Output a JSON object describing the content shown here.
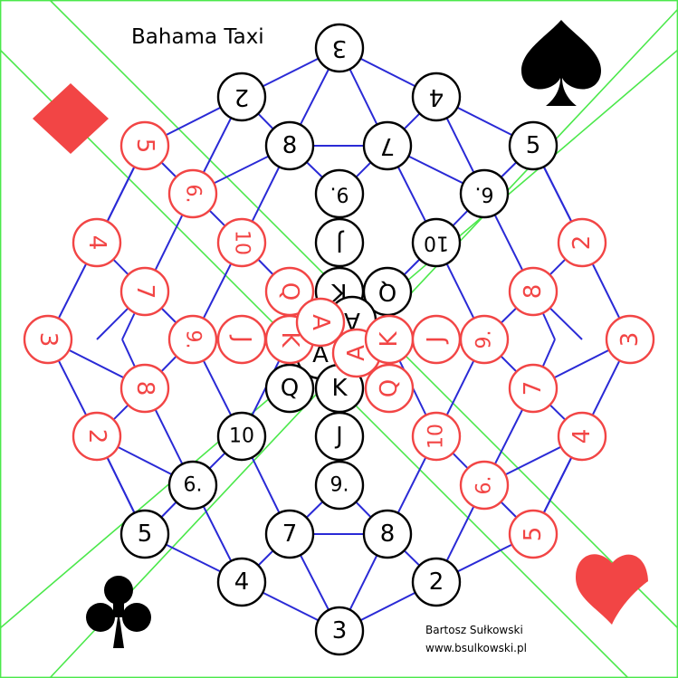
{
  "title": "Bahama Taxi",
  "author": "Bartosz Sułkowski",
  "website": "www.bsulkowski.pl",
  "colors": {
    "black": "#000000",
    "red": "#f24545",
    "edge": "#2a2ad6",
    "diagonal": "#4be84b",
    "background": "#ffffff"
  },
  "suits": [
    {
      "name": "diamond-icon",
      "glyph": "♦",
      "color": "#f24545"
    },
    {
      "name": "spade-icon",
      "glyph": "♠",
      "color": "#000000"
    },
    {
      "name": "club-icon",
      "glyph": "♣",
      "color": "#000000"
    },
    {
      "name": "heart-icon",
      "glyph": "♥",
      "color": "#f24545"
    }
  ],
  "black_cards": [
    "3",
    "2",
    "4",
    "8",
    "7",
    "5",
    "9.",
    "6.",
    "J",
    "10",
    "Q",
    "K",
    "A",
    "A",
    "Q",
    "K",
    "J",
    "10",
    "6.",
    "9.",
    "5",
    "7",
    "8",
    "4",
    "2",
    "3"
  ],
  "red_cards": [
    "5",
    "6.",
    "4",
    "10",
    "2",
    "7",
    "Q",
    "8",
    "3",
    "9.",
    "J",
    "K",
    "A",
    "A",
    "K",
    "J",
    "9.",
    "3",
    "8",
    "Q",
    "7",
    "2",
    "10",
    "4",
    "6.",
    "5"
  ]
}
